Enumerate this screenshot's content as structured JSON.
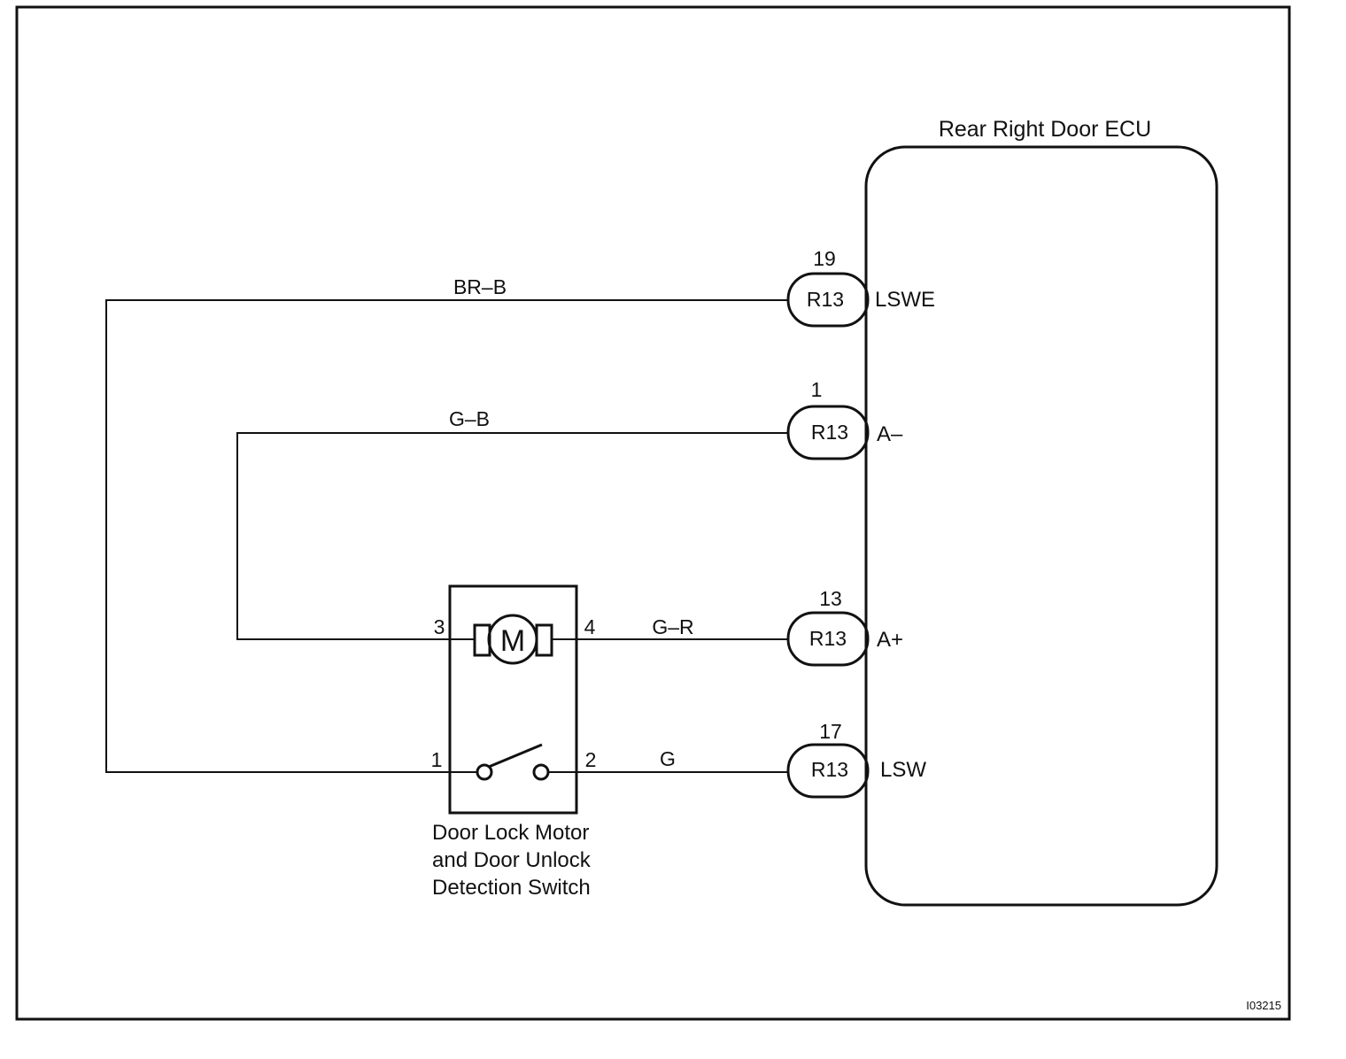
{
  "ecu": {
    "title": "Rear Right Door ECU"
  },
  "component": {
    "label_lines": [
      "Door Lock Motor",
      "and Door Unlock",
      "Detection Switch"
    ],
    "motor_symbol": "M"
  },
  "connectors": [
    {
      "pin": "19",
      "connector": "R13",
      "terminal": "LSWE"
    },
    {
      "pin": "1",
      "connector": "R13",
      "terminal": "A–"
    },
    {
      "pin": "13",
      "connector": "R13",
      "terminal": "A+"
    },
    {
      "pin": "17",
      "connector": "R13",
      "terminal": "LSW"
    }
  ],
  "wires": [
    {
      "color_code": "BR–B"
    },
    {
      "color_code": "G–B"
    },
    {
      "color_code": "G–R"
    },
    {
      "color_code": "G"
    }
  ],
  "component_pins": [
    "3",
    "4",
    "1",
    "2"
  ],
  "figure_id": "I03215"
}
